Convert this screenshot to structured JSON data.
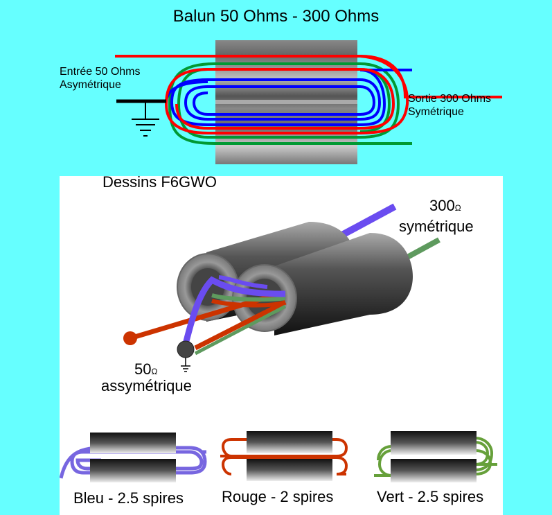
{
  "title": "Balun 50 Ohms - 300 Ohms",
  "top_diagram": {
    "input_label_line1": "Entrée 50 Ohms",
    "input_label_line2": "Asymétrique",
    "output_label_line1": "Sortie 300 Ohms",
    "output_label_line2": "Symétrique"
  },
  "bottom_diagram": {
    "credit": "Dessins F6GWO",
    "output_value": "300",
    "output_unit": "Ω",
    "output_label": "symétrique",
    "input_value": "50",
    "input_unit": "Ω",
    "input_label": "assymétrique"
  },
  "windings": [
    {
      "label": "Bleu - 2.5 spires",
      "color": "#7766e0"
    },
    {
      "label": "Rouge - 2 spires",
      "color": "#cc3300"
    },
    {
      "label": "Vert - 2.5 spires",
      "color": "#66a03a"
    }
  ],
  "colors": {
    "background": "#66ffff",
    "wire_red": "#ff0000",
    "wire_blue": "#0000ff",
    "wire_green": "#008833",
    "wire_purple": "#6a4cf0",
    "wire_orange": "#cc3300",
    "wire_olive": "#5e9a5e"
  }
}
